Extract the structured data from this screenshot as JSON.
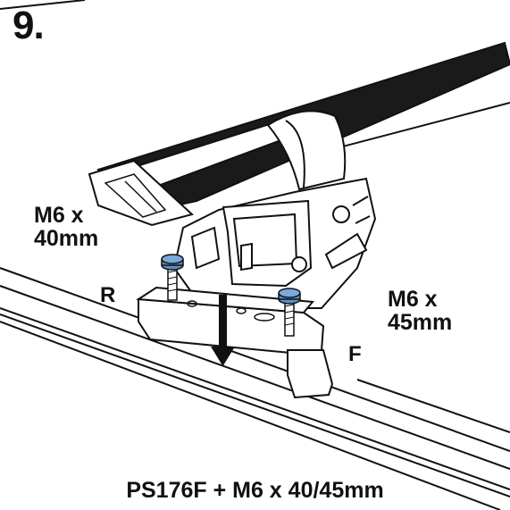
{
  "step_number": "9.",
  "labels": {
    "bolt_rear_size": [
      "M6 x",
      "40mm"
    ],
    "bolt_front_size": [
      "M6 x",
      "45mm"
    ],
    "rear_marker": "R",
    "front_marker": "F"
  },
  "caption": "PS176F + M6 x 40/45mm",
  "colors": {
    "line": "#111111",
    "bar_fill": "#1a1a1a",
    "bolt_head": "#5b8fc8",
    "background": "#ffffff"
  },
  "icons": {
    "direction": "arrow-down-icon",
    "bolt": "bolt-icon"
  }
}
